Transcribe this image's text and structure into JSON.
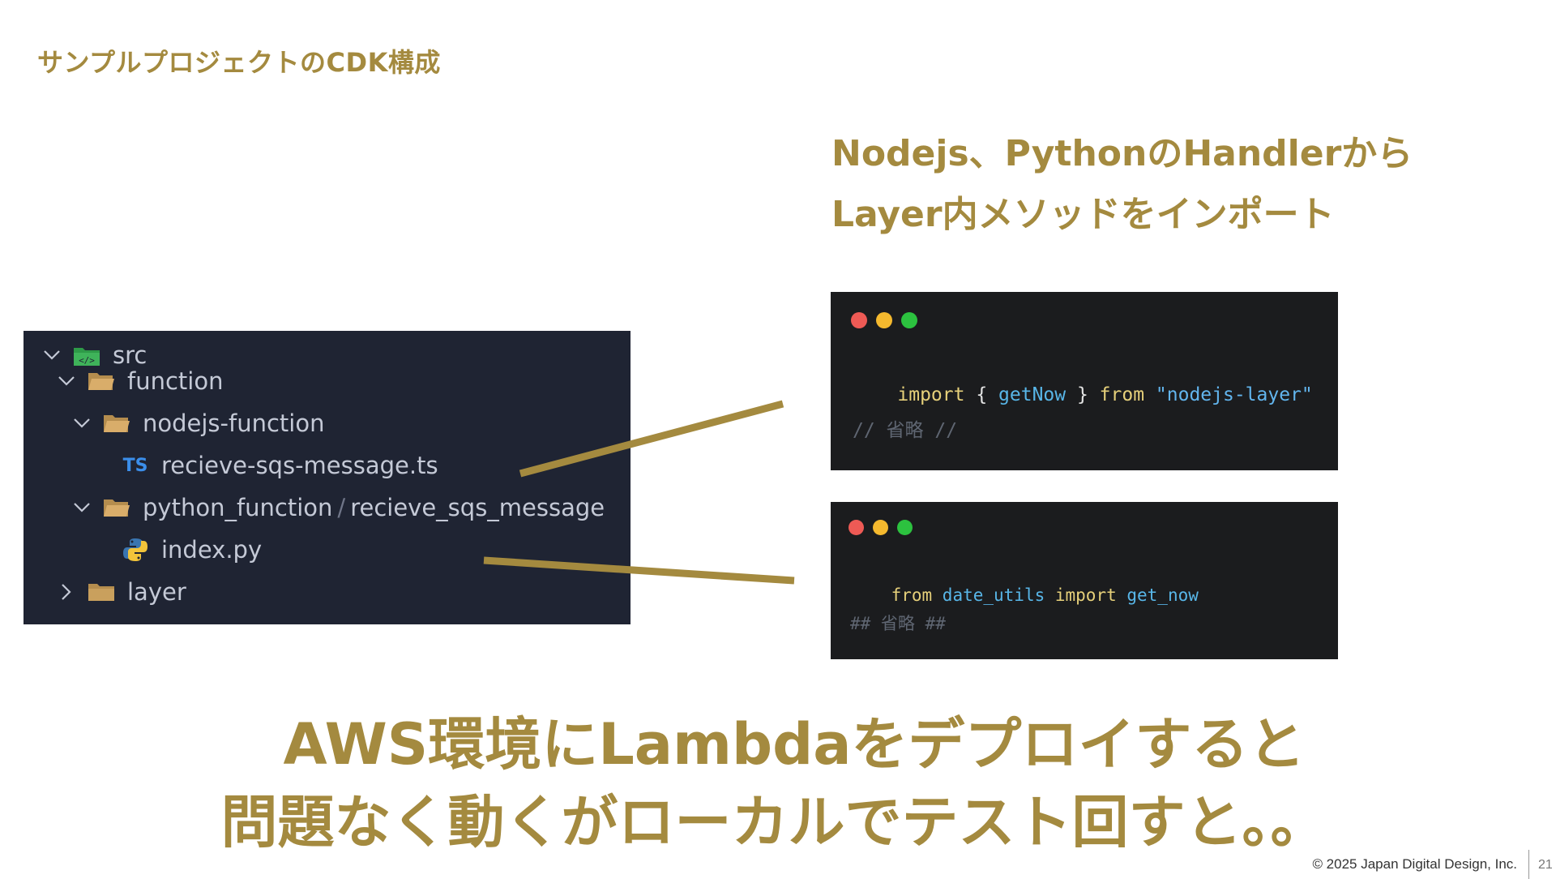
{
  "slide": {
    "title": "サンプルプロジェクトのCDK構成",
    "heading_line1": "Nodejs、PythonのHandlerから",
    "heading_line2": "Layer内メソッドをインポート",
    "bottom_line1": "AWS環境にLambdaをデプロイすると",
    "bottom_line2": "問題なく動くがローカルでテスト回すと。。",
    "footer": "© 2025 Japan Digital Design, Inc.",
    "page_number": "21"
  },
  "explorer": {
    "items": [
      {
        "label": "src",
        "icon": "src-folder-icon",
        "state": "expanded"
      },
      {
        "label": "function",
        "icon": "folder-icon",
        "state": "expanded"
      },
      {
        "label": "nodejs-function",
        "icon": "folder-icon",
        "state": "expanded"
      },
      {
        "label": "recieve-sqs-message.ts",
        "icon": "typescript-file-icon",
        "badge": "TS"
      },
      {
        "label_part1": "python_function",
        "separator": "/",
        "label_part2": "recieve_sqs_message",
        "icon": "folder-icon",
        "state": "expanded"
      },
      {
        "label": "index.py",
        "icon": "python-file-icon"
      },
      {
        "label": "layer",
        "icon": "folder-icon",
        "state": "collapsed"
      }
    ]
  },
  "code_nodejs": {
    "kw_import": "import",
    "brace_open": " { ",
    "fn_name": "getNow",
    "brace_close": " } ",
    "kw_from": "from",
    "module": " \"nodejs-layer\"",
    "comment": "// 省略 //"
  },
  "code_python": {
    "kw_from": "from",
    "module": " date_utils ",
    "kw_import": "import",
    "fn_name": " get_now",
    "comment": "## 省略 ##"
  },
  "colors": {
    "accent": "#a48a3f",
    "explorer_bg": "#1f2433",
    "code_bg": "#1b1c1e",
    "dot_red": "#ee5a55",
    "dot_yellow": "#f5b92e",
    "dot_green": "#2cc23f"
  }
}
